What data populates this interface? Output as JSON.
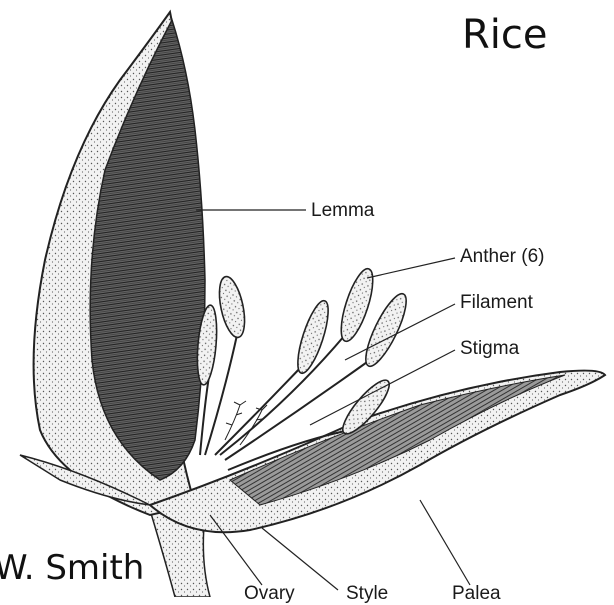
{
  "title": "Rice",
  "credit": "W. Smith",
  "labels": {
    "lemma": "Lemma",
    "anther": "Anther (6)",
    "filament": "Filament",
    "stigma": "Stigma"
  },
  "bottom_labels": {
    "ovary": "Ovary",
    "stylet": "Style",
    "palea": "Palea"
  }
}
